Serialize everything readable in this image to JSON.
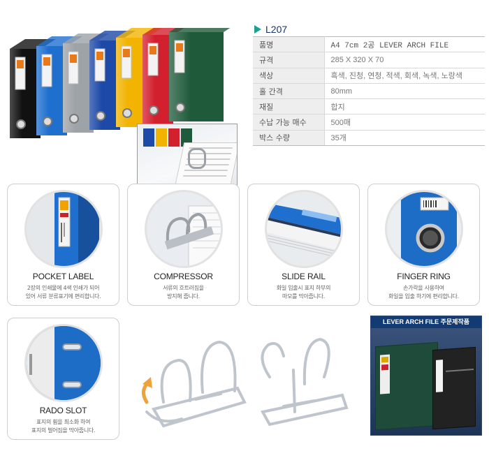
{
  "model": "L207",
  "spec": [
    {
      "label": "품명",
      "value": "A4 7cm 2공 LEVER ARCH FILE"
    },
    {
      "label": "규격",
      "value": "285 X 320 X 70"
    },
    {
      "label": "색상",
      "value": "흑색, 진청, 연청, 적색, 회색, 녹색, 노랑색"
    },
    {
      "label": "홀 간격",
      "value": "80mm"
    },
    {
      "label": "재질",
      "value": "합지"
    },
    {
      "label": "수납 가능 매수",
      "value": "500매"
    },
    {
      "label": "박스 수량",
      "value": "35개"
    }
  ],
  "features": [
    {
      "title": "POCKET LABEL",
      "desc1": "2장의 인쇄물에 4색 인쇄가 되어",
      "desc2": "있어 서류 분류표기에 편리합니다."
    },
    {
      "title": "COMPRESSOR",
      "desc1": "서류의 흐트러짐을",
      "desc2": "방지해 줍니다."
    },
    {
      "title": "SLIDE RAIL",
      "desc1": "화일 입출시 표지 하부의",
      "desc2": "마모를 막아줍니다."
    },
    {
      "title": "FINGER RING",
      "desc1": "손가락을 사용하여",
      "desc2": "화일을 입출 하기에 편리합니다."
    },
    {
      "title": "RADO SLOT",
      "desc1": "표지의 휨을 최소화 하여",
      "desc2": "표지의 벌어짐을 막아줍니다."
    }
  ],
  "custom_banner": "LEVER ARCH FILE 주문제작품",
  "colors": {
    "accent_triangle": "#19a28e",
    "model_text": "#16346a",
    "binder_colors": [
      "#111111",
      "#1f6fcf",
      "#9ea3a8",
      "#1d49a8",
      "#f2b400",
      "#d3202e",
      "#1f5a3b"
    ]
  }
}
